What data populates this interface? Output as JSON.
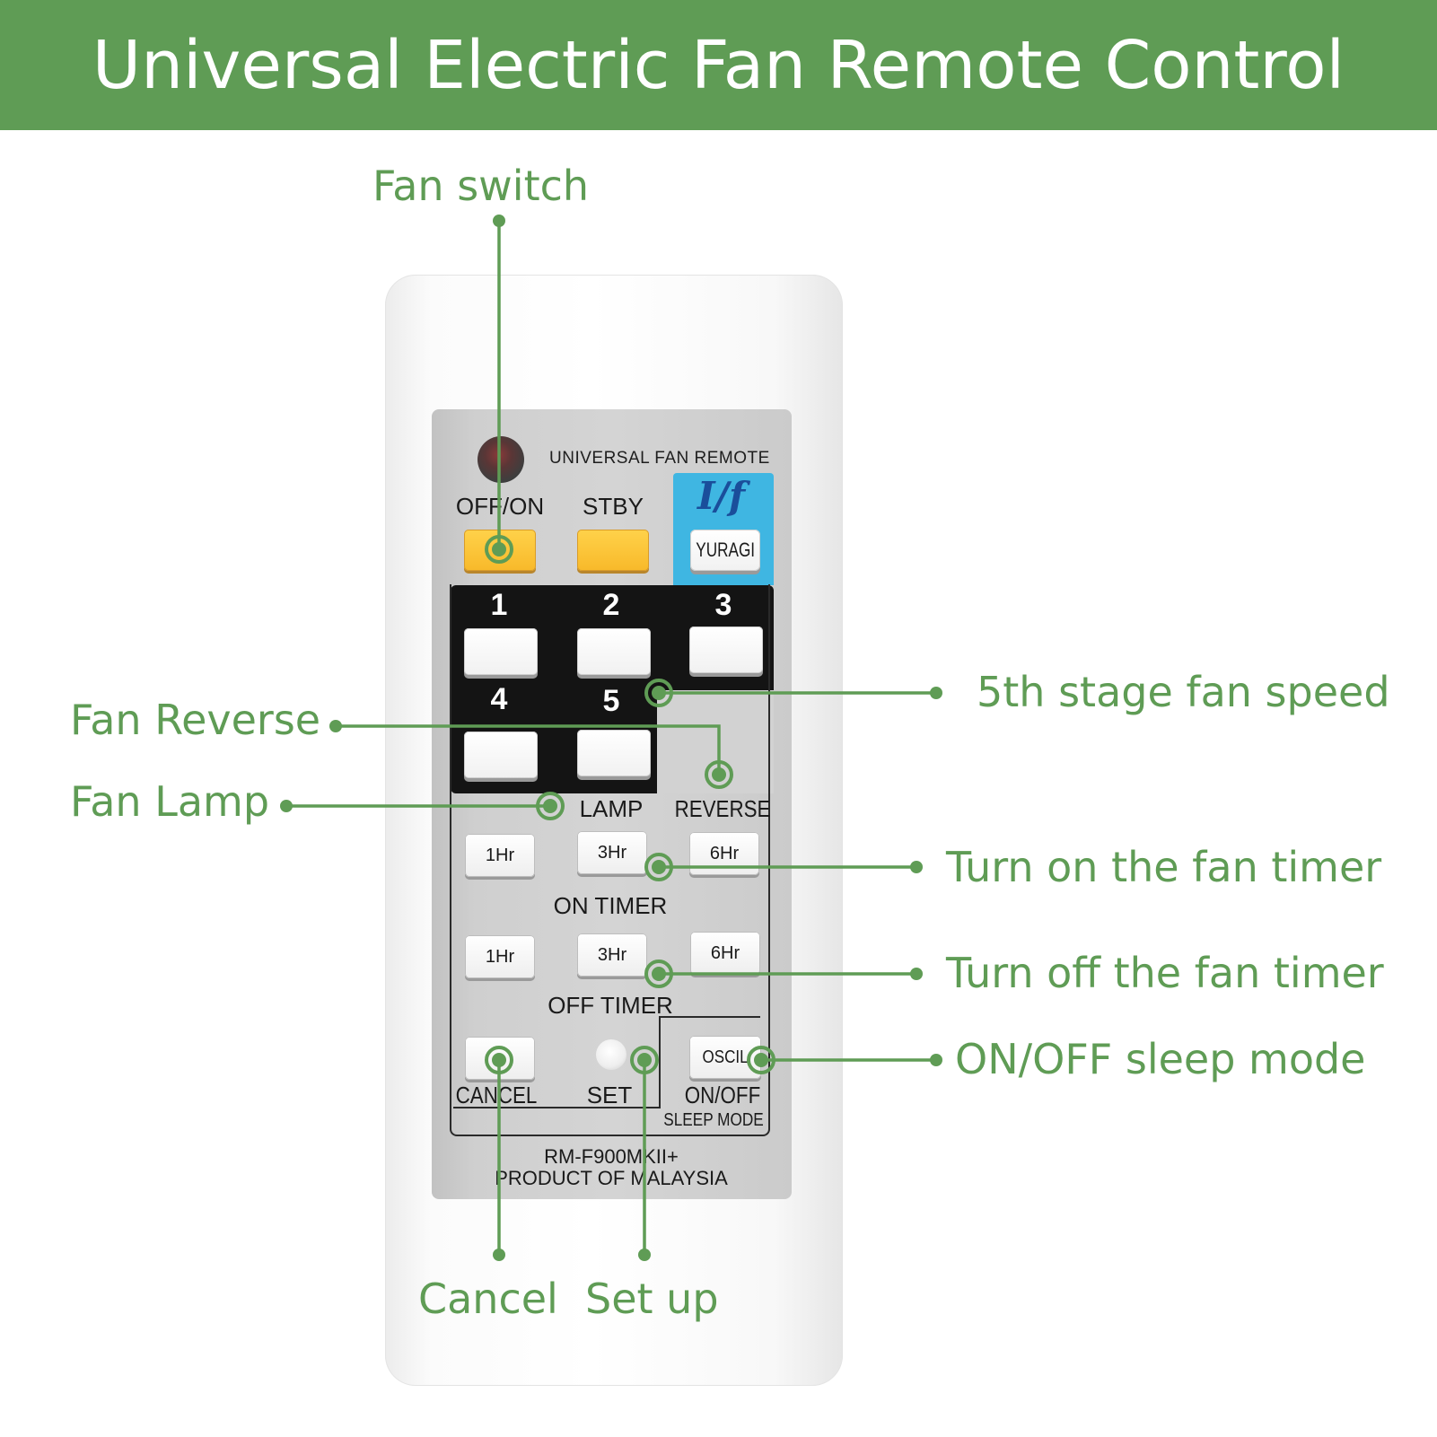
{
  "banner": {
    "title": "Universal Electric Fan Remote Control"
  },
  "remote": {
    "brand": "UNIVERSAL FAN REMOTE",
    "logo": "I/f",
    "labels": {
      "off_on": "OFF/ON",
      "stby": "STBY",
      "speed_1": "1",
      "speed_2": "2",
      "speed_3": "3",
      "speed_4": "4",
      "speed_5": "5",
      "lamp": "LAMP",
      "reverse": "REVERSE",
      "on_timer": "ON TIMER",
      "off_timer": "OFF TIMER",
      "cancel": "CANCEL",
      "set": "SET",
      "on_off": "ON/OFF",
      "sleep_mode": "SLEEP MODE"
    },
    "buttons": {
      "yuragi": "YURAGI",
      "on_1hr": "1Hr",
      "on_3hr": "3Hr",
      "on_6hr": "6Hr",
      "off_1hr": "1Hr",
      "off_3hr": "3Hr",
      "off_6hr": "6Hr",
      "oscil": "OSCIL"
    },
    "model_line1": "RM-F900MKII+",
    "model_line2": "PRODUCT OF MALAYSIA"
  },
  "annotations": {
    "fan_switch": "Fan switch",
    "fifth_speed": "5th stage fan speed",
    "fan_reverse": "Fan Reverse",
    "fan_lamp": "Fan Lamp",
    "on_timer": "Turn on the fan timer",
    "off_timer": "Turn off the fan timer",
    "sleep_mode": "ON/OFF sleep mode",
    "cancel": "Cancel",
    "set_up": "Set up"
  },
  "colors": {
    "banner": "#5f9c55",
    "annotation": "#5f9c55",
    "yellow_key": "#f8b92a",
    "blue_panel": "#3fb6e2",
    "panel_black": "#141414",
    "face_gray": "#d0d0d0"
  }
}
